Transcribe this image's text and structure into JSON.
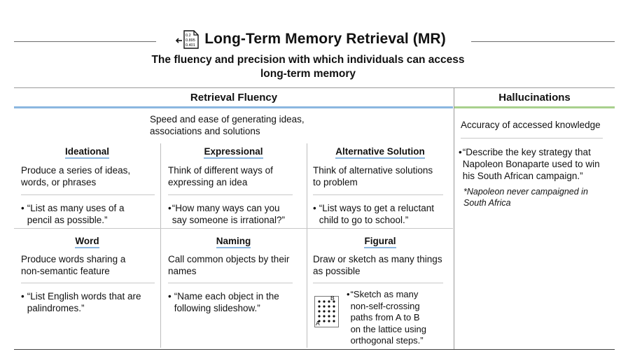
{
  "header": {
    "icon": "data-file-icon",
    "icon_values": [
      "0.2",
      "0.895",
      "0.401"
    ],
    "title": "Long-Term Memory Retrieval (MR)",
    "subtitle_line1": "The fluency and precision with which individuals can access",
    "subtitle_line2": "long-term memory"
  },
  "columns": {
    "fluency": {
      "heading": "Retrieval Fluency",
      "accent": "#8bb7e0",
      "desc_line1": "Speed and ease of generating ideas,",
      "desc_line2": "associations and solutions"
    },
    "hallucinations": {
      "heading": "Hallucinations",
      "accent": "#a8d08d",
      "desc": "Accuracy of accessed knowledge",
      "example_l1": "“Describe the key strategy that",
      "example_l2": "Napoleon Bonaparte used to win",
      "example_l3": "his South African campaign.”",
      "note_l1": "*Napoleon never campaigned in",
      "note_l2": "South Africa"
    }
  },
  "cells": [
    {
      "title": "Ideational",
      "desc_l1": "Produce a series of ideas,",
      "desc_l2": "words, or phrases",
      "ex_l1": "“List as many uses of a",
      "ex_l2": "pencil as possible.”"
    },
    {
      "title": "Expressional",
      "desc_l1": "Think of different ways of",
      "desc_l2": "expressing an idea",
      "ex_l1": "“How many ways can you",
      "ex_l2": "say someone is irrational?”"
    },
    {
      "title": "Alternative Solution",
      "desc_l1": "Think of alternative solutions",
      "desc_l2": "to problem",
      "ex_l1": "“List ways to get a reluctant",
      "ex_l2": "child to go to school.”"
    },
    {
      "title": "Word",
      "desc_l1": "Produce words sharing a",
      "desc_l2": "non-semantic feature",
      "ex_l1": "“List English words that are",
      "ex_l2": "palindromes.”"
    },
    {
      "title": "Naming",
      "desc_l1": "Call common objects by their",
      "desc_l2": "names",
      "ex_l1": "“Name each object in the",
      "ex_l2": "following slideshow.”"
    },
    {
      "title": "Figural",
      "desc_l1": "Draw or sketch as many things",
      "desc_l2": "as possible",
      "ex_l1": "“Sketch as many",
      "ex_l2": "non-self-crossing",
      "ex_l3": "paths from A to B",
      "ex_l4": "on the lattice using",
      "ex_l5": "orthogonal steps.”",
      "lattice_a": "A",
      "lattice_b": "B"
    }
  ],
  "bullet": "•"
}
